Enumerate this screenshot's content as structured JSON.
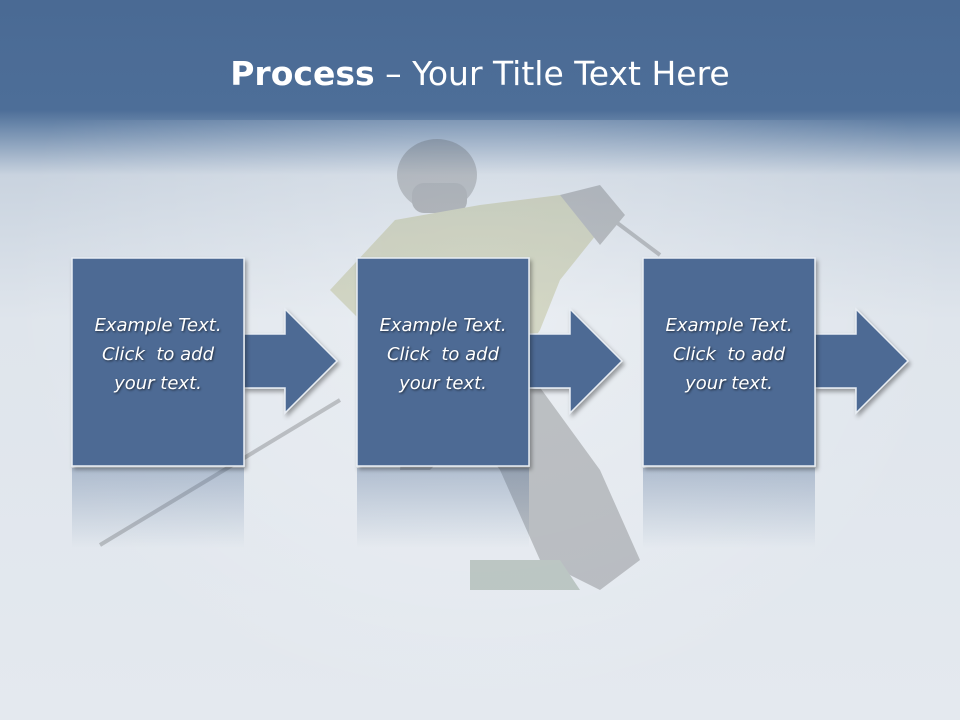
{
  "title": {
    "bold": "Process",
    "rest": " – Your Title Text Here"
  },
  "steps": [
    {
      "line1": "Example Text.",
      "line2": "Click  to add",
      "line3": "your text."
    },
    {
      "line1": "Example Text.",
      "line2": "Click  to add",
      "line3": "your text."
    },
    {
      "line1": "Example Text.",
      "line2": "Click  to add",
      "line3": "your text."
    }
  ],
  "colors": {
    "box": "#4d6b94",
    "header": "#4a6a94",
    "snow": "#e2e8ee"
  }
}
